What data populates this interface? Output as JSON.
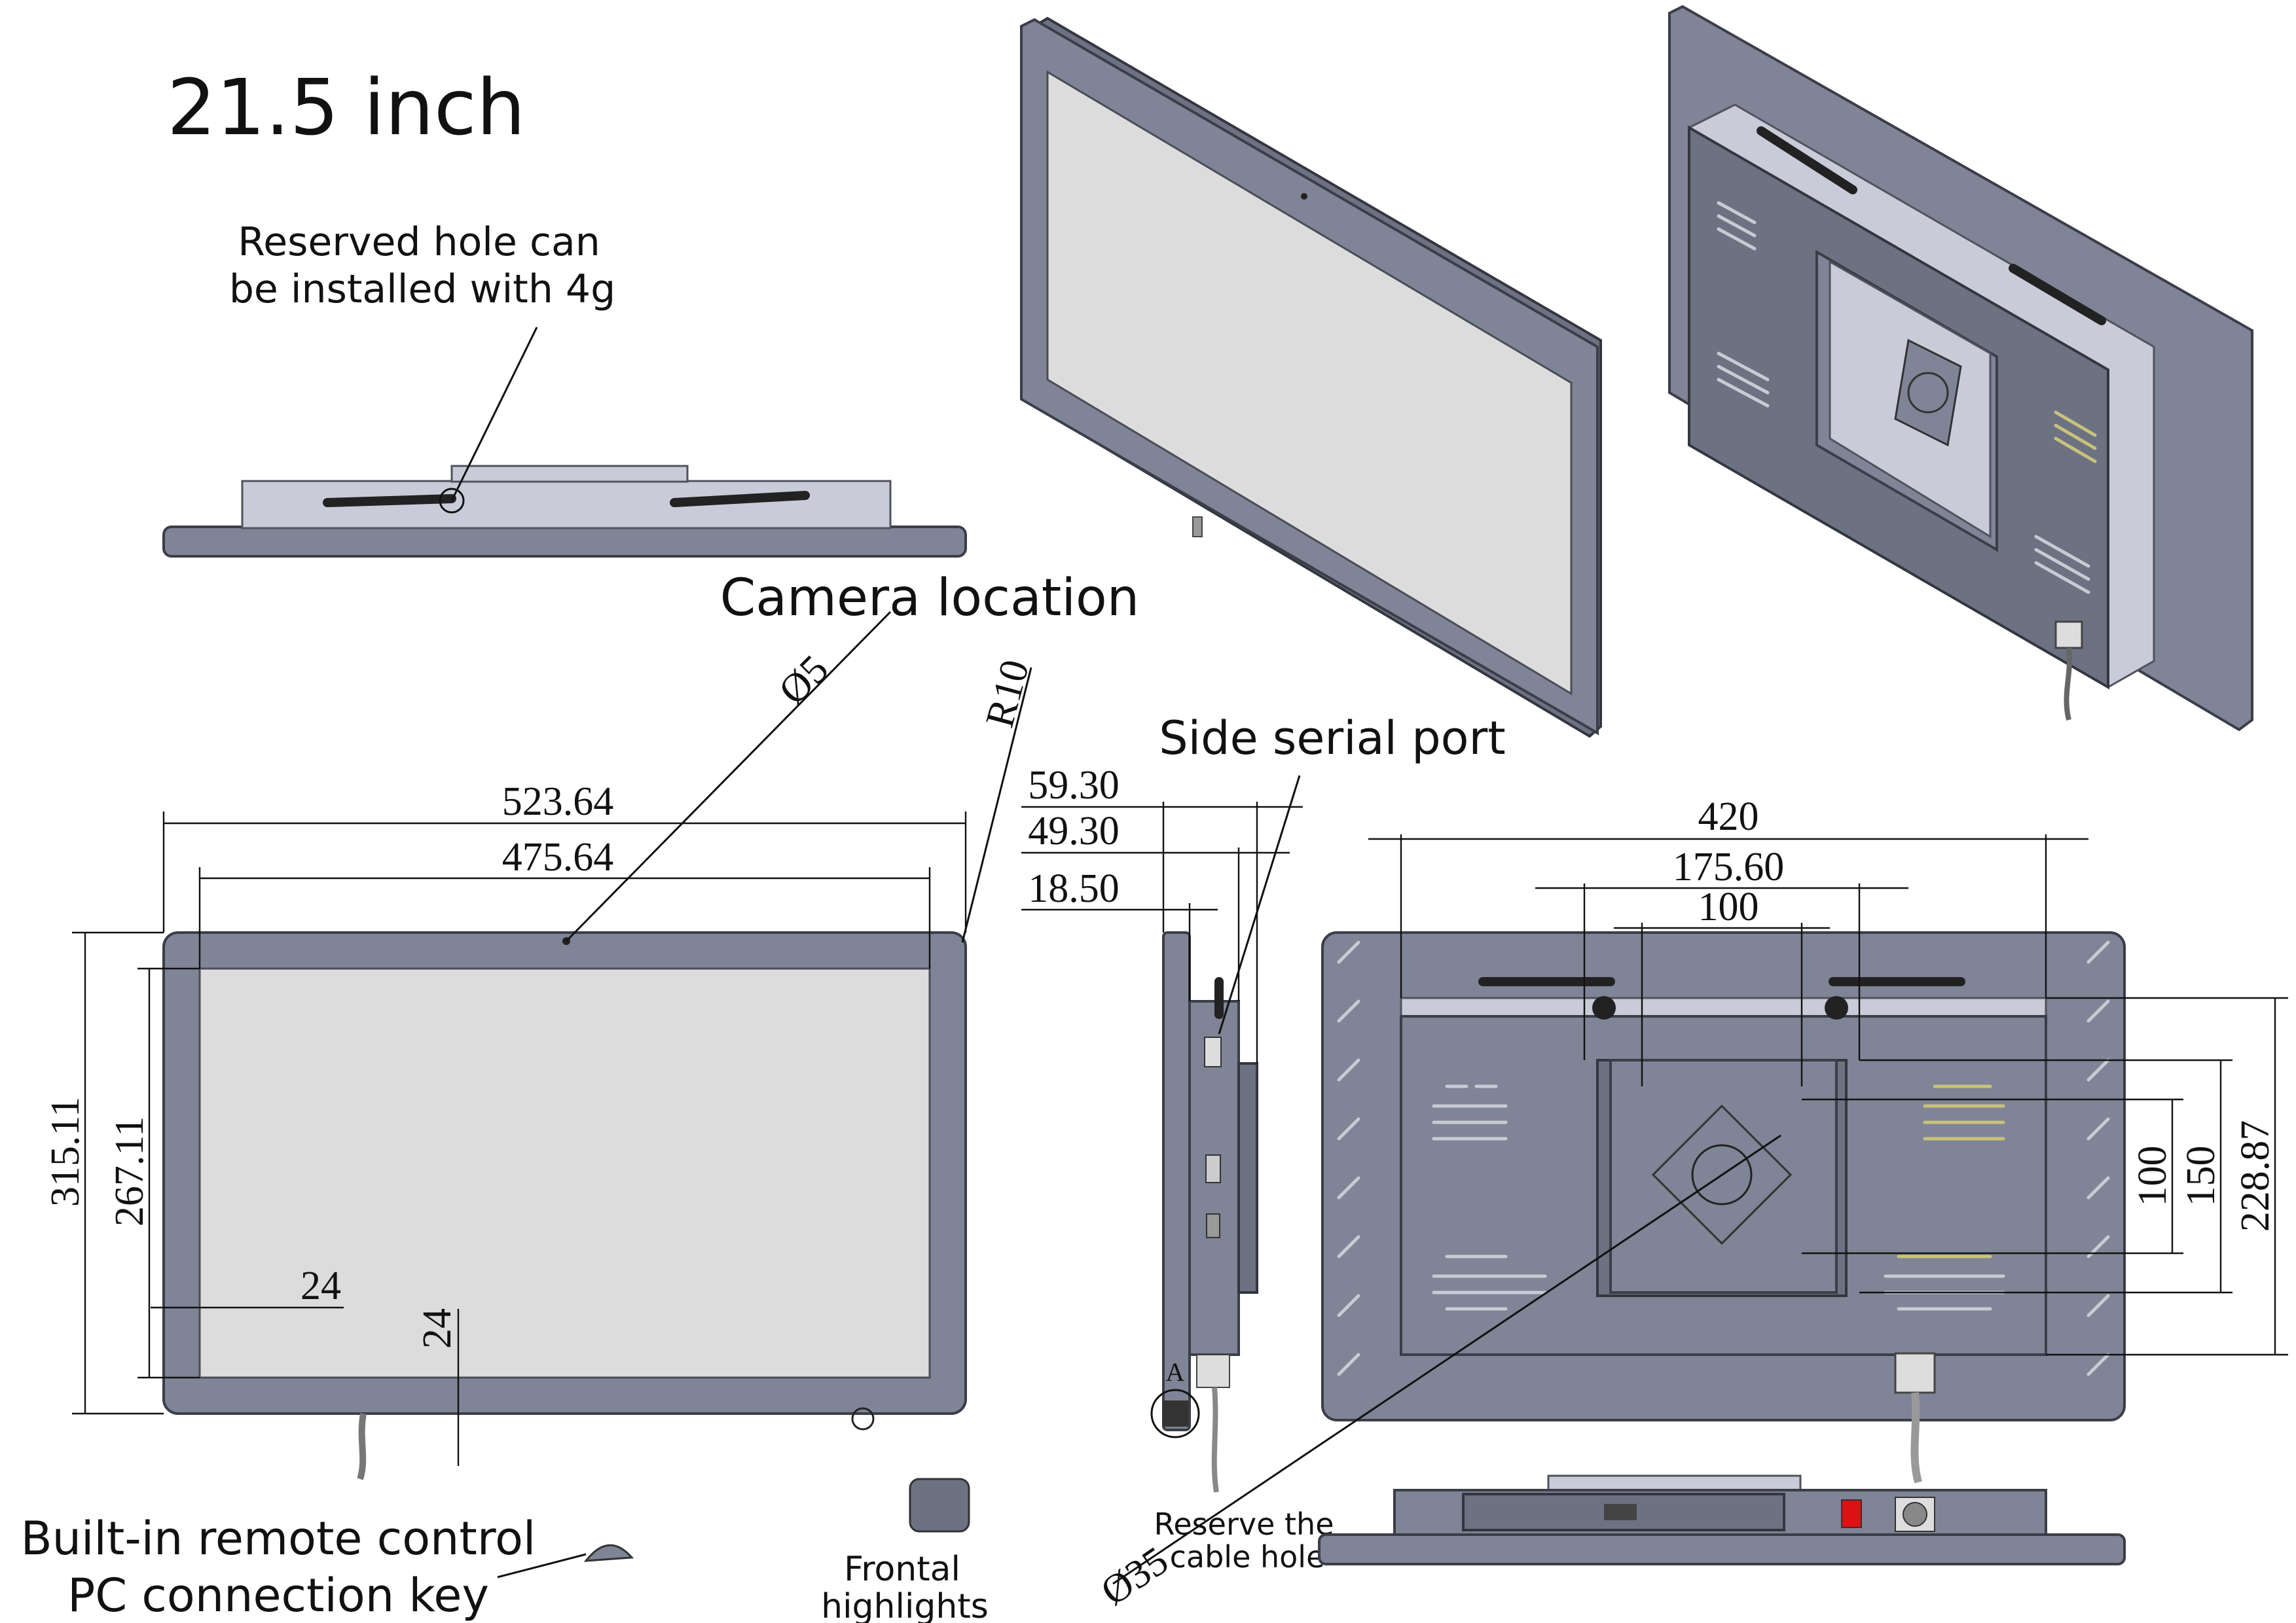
{
  "title": "21.5 inch",
  "annotations": {
    "reserved_hole": [
      "Reserved hole can",
      "be installed with 4g"
    ],
    "camera_location": "Camera location",
    "side_serial_port": "Side serial port",
    "remote_control": [
      "Built-in remote control",
      "PC connection key"
    ],
    "frontal_highlights": [
      "Frontal",
      "highlights"
    ],
    "cable_hole": [
      "Reserve the",
      "cable hole"
    ]
  },
  "front_view": {
    "width_outer": "523.64",
    "width_inner": "475.64",
    "camera_diameter": "Ø5",
    "corner_radius": "R10",
    "height_outer": "315.11",
    "height_inner": "267.11",
    "bezel_side": "24",
    "bezel_bottom": "24"
  },
  "side_view": {
    "depth_total": "59.30",
    "depth_body": "49.30",
    "depth_panel": "18.50",
    "port_letter": "A"
  },
  "rear_view": {
    "width_overall": "420",
    "mount_outer": "175.60",
    "vesa_width": "100",
    "vesa_height": "100",
    "mount_height": "150",
    "box_height": "228.87",
    "cable_diameter": "Ø35"
  },
  "colors": {
    "housing": "#7f8496",
    "screen": "#dcdcdc",
    "line": "#111111"
  }
}
